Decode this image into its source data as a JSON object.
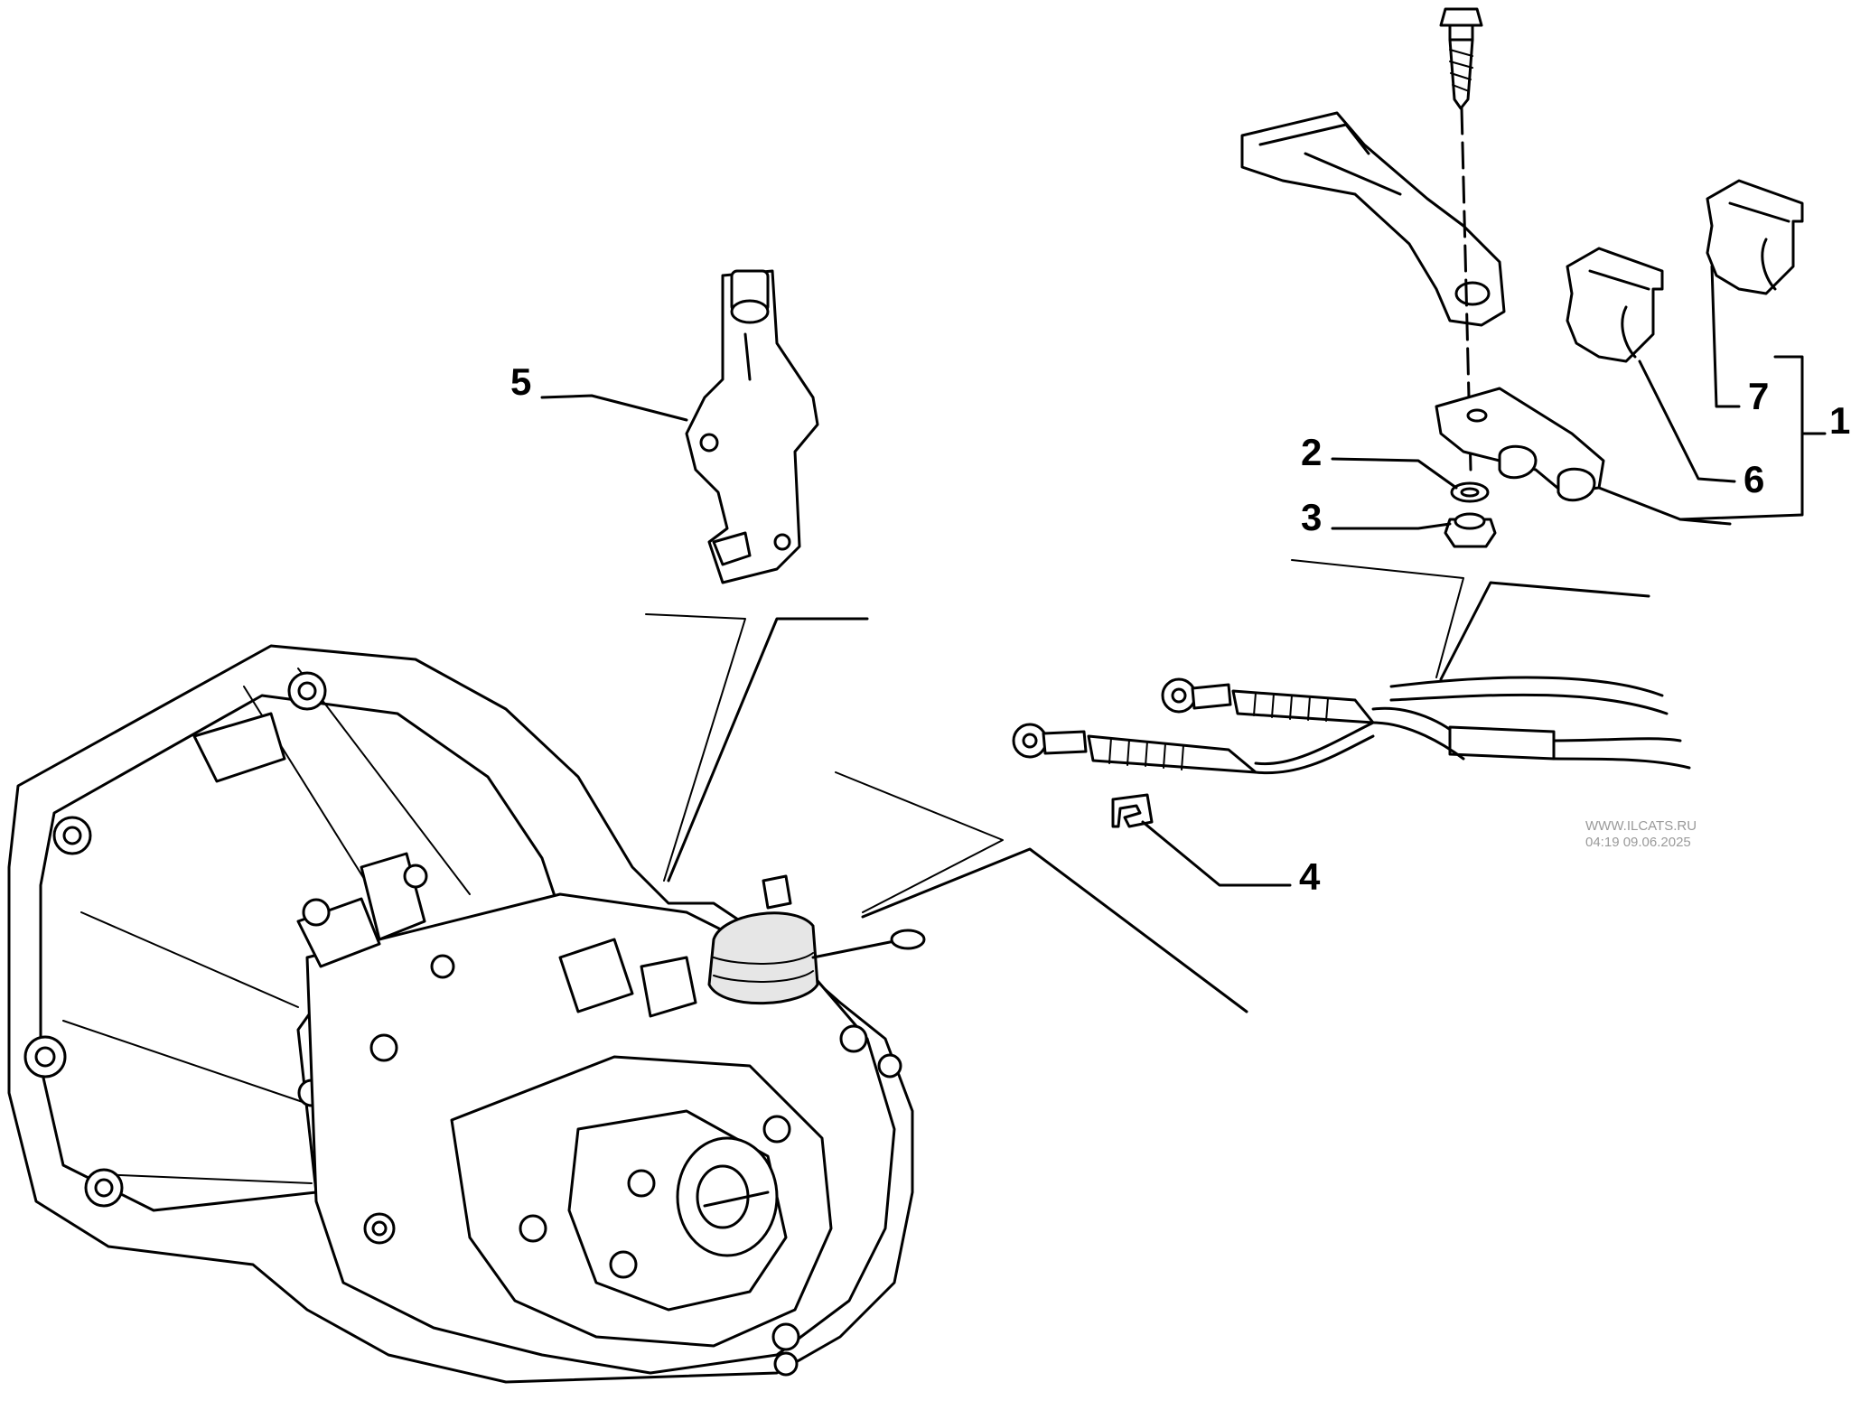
{
  "diagram": {
    "callouts": [
      {
        "id": "1",
        "label": "1"
      },
      {
        "id": "2",
        "label": "2"
      },
      {
        "id": "3",
        "label": "3"
      },
      {
        "id": "4",
        "label": "4"
      },
      {
        "id": "5",
        "label": "5"
      },
      {
        "id": "6",
        "label": "6"
      },
      {
        "id": "7",
        "label": "7"
      }
    ],
    "watermark": {
      "site": "WWW.ILCATS.RU",
      "timestamp": "04:19 09.06.2025"
    }
  }
}
